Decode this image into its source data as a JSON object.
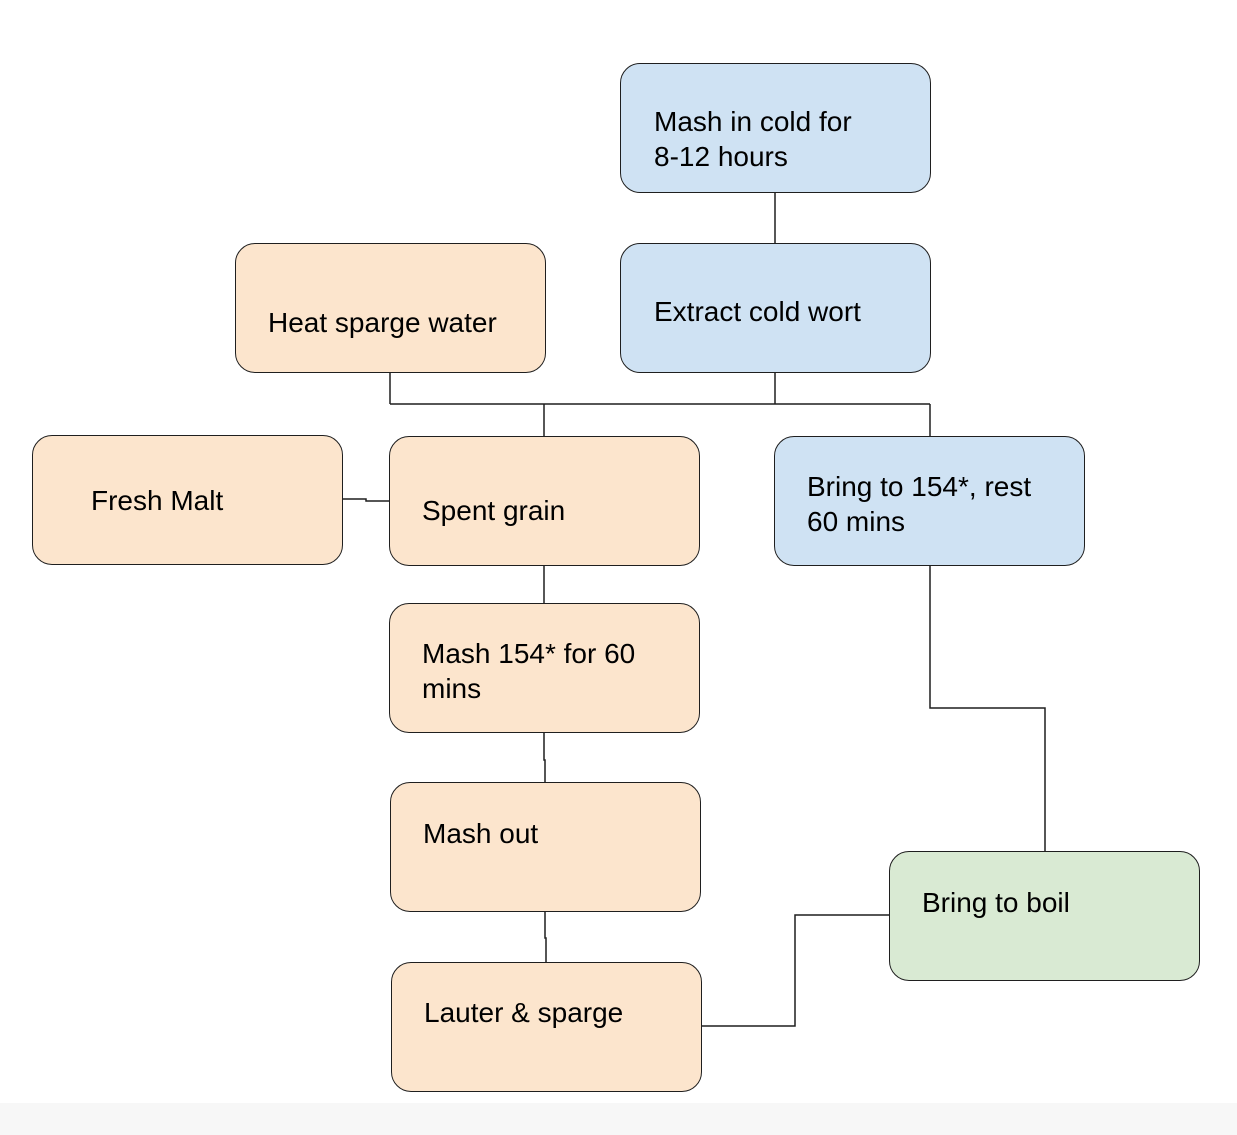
{
  "colors": {
    "blue_fill": "#cfe2f3",
    "orange_fill": "#fce5cd",
    "green_fill": "#d9ead3",
    "stroke": "#1f1f1f"
  },
  "nodes": {
    "mash_in_cold": {
      "line1": "Mash in cold for",
      "line2": "8-12 hours",
      "fill": "blue"
    },
    "extract_cold_wort": {
      "line1": "Extract cold wort",
      "fill": "blue"
    },
    "heat_sparge_water": {
      "line1": "Heat sparge water",
      "fill": "orange"
    },
    "fresh_malt": {
      "line1": "Fresh Malt",
      "fill": "orange"
    },
    "spent_grain": {
      "line1": "Spent grain",
      "fill": "orange"
    },
    "bring_to_154": {
      "line1": "Bring to 154*, rest",
      "line2": "60 mins",
      "fill": "blue"
    },
    "mash_154": {
      "line1": "Mash 154* for 60",
      "line2": "mins",
      "fill": "orange"
    },
    "mash_out": {
      "line1": "Mash out",
      "fill": "orange"
    },
    "lauter_sparge": {
      "line1": "Lauter & sparge",
      "fill": "orange"
    },
    "bring_to_boil": {
      "line1": "Bring to boil",
      "fill": "green"
    }
  }
}
